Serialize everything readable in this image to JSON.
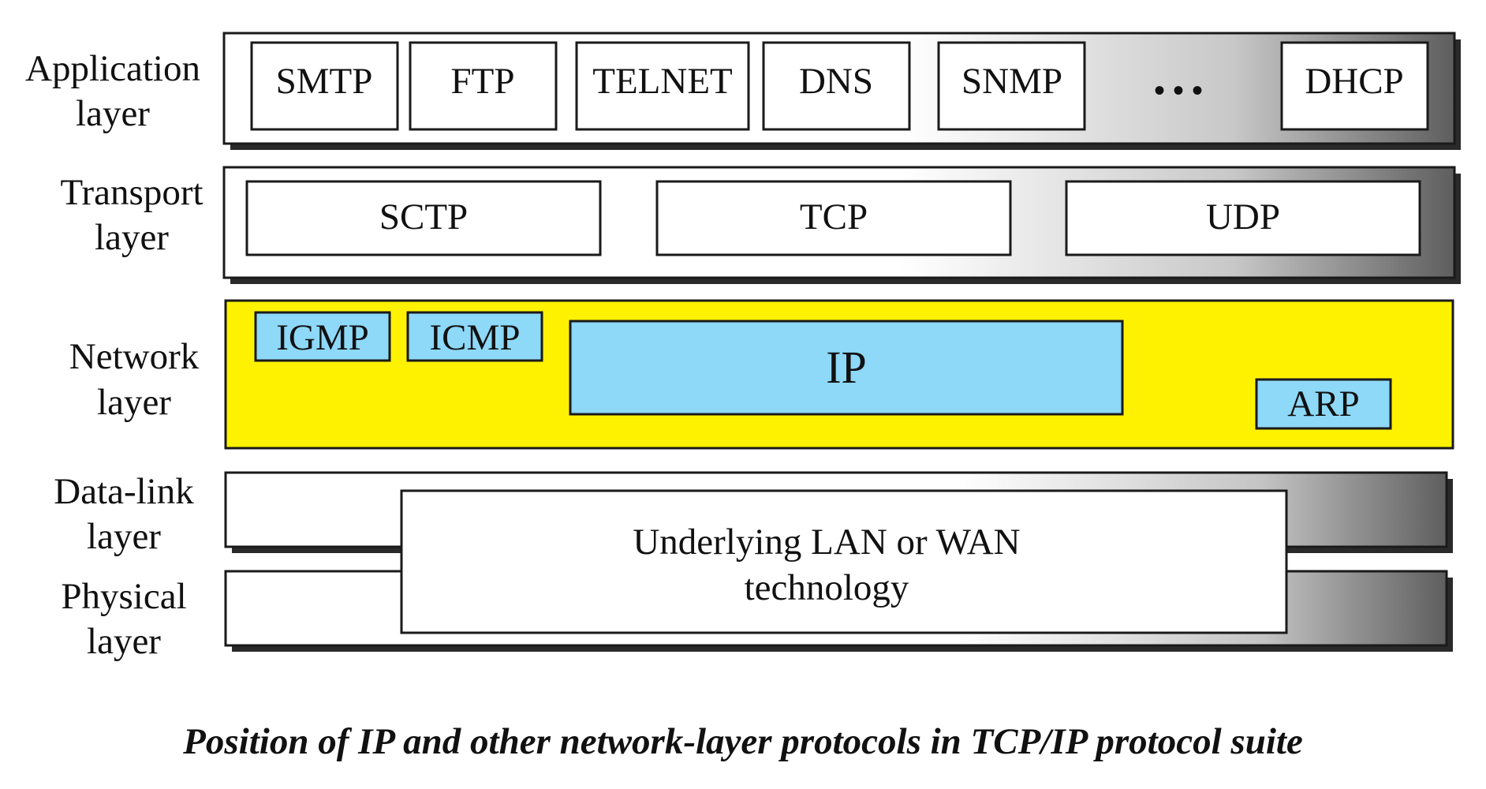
{
  "layers": {
    "application": {
      "line1": "Application",
      "line2": "layer"
    },
    "transport": {
      "line1": "Transport",
      "line2": "layer"
    },
    "network": {
      "line1": "Network",
      "line2": "layer"
    },
    "datalink": {
      "line1": "Data-link",
      "line2": "layer"
    },
    "physical": {
      "line1": "Physical",
      "line2": "layer"
    }
  },
  "application_protocols": [
    "SMTP",
    "FTP",
    "TELNET",
    "DNS",
    "SNMP",
    "DHCP"
  ],
  "ellipsis": "• • •",
  "transport_protocols": [
    "SCTP",
    "TCP",
    "UDP"
  ],
  "network_protocols": {
    "igmp": "IGMP",
    "icmp": "ICMP",
    "ip": "IP",
    "arp": "ARP"
  },
  "underlying": {
    "line1": "Underlying LAN or WAN",
    "line2": "technology"
  },
  "caption": "Position of IP and other network-layer protocols in TCP/IP protocol suite",
  "colors": {
    "network_band": "#fff200",
    "network_protocol_fill": "#8ed8f8",
    "band_gradient_start": "#ffffff",
    "band_gradient_end": "#606060",
    "outline": "#1a1a1a"
  }
}
